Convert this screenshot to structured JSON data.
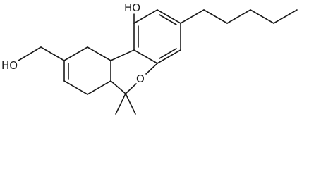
{
  "molecule": {
    "labels": {
      "top_hydroxyl": "HO",
      "left_hydroxyl": "HO",
      "ring_oxygen": "O"
    }
  }
}
